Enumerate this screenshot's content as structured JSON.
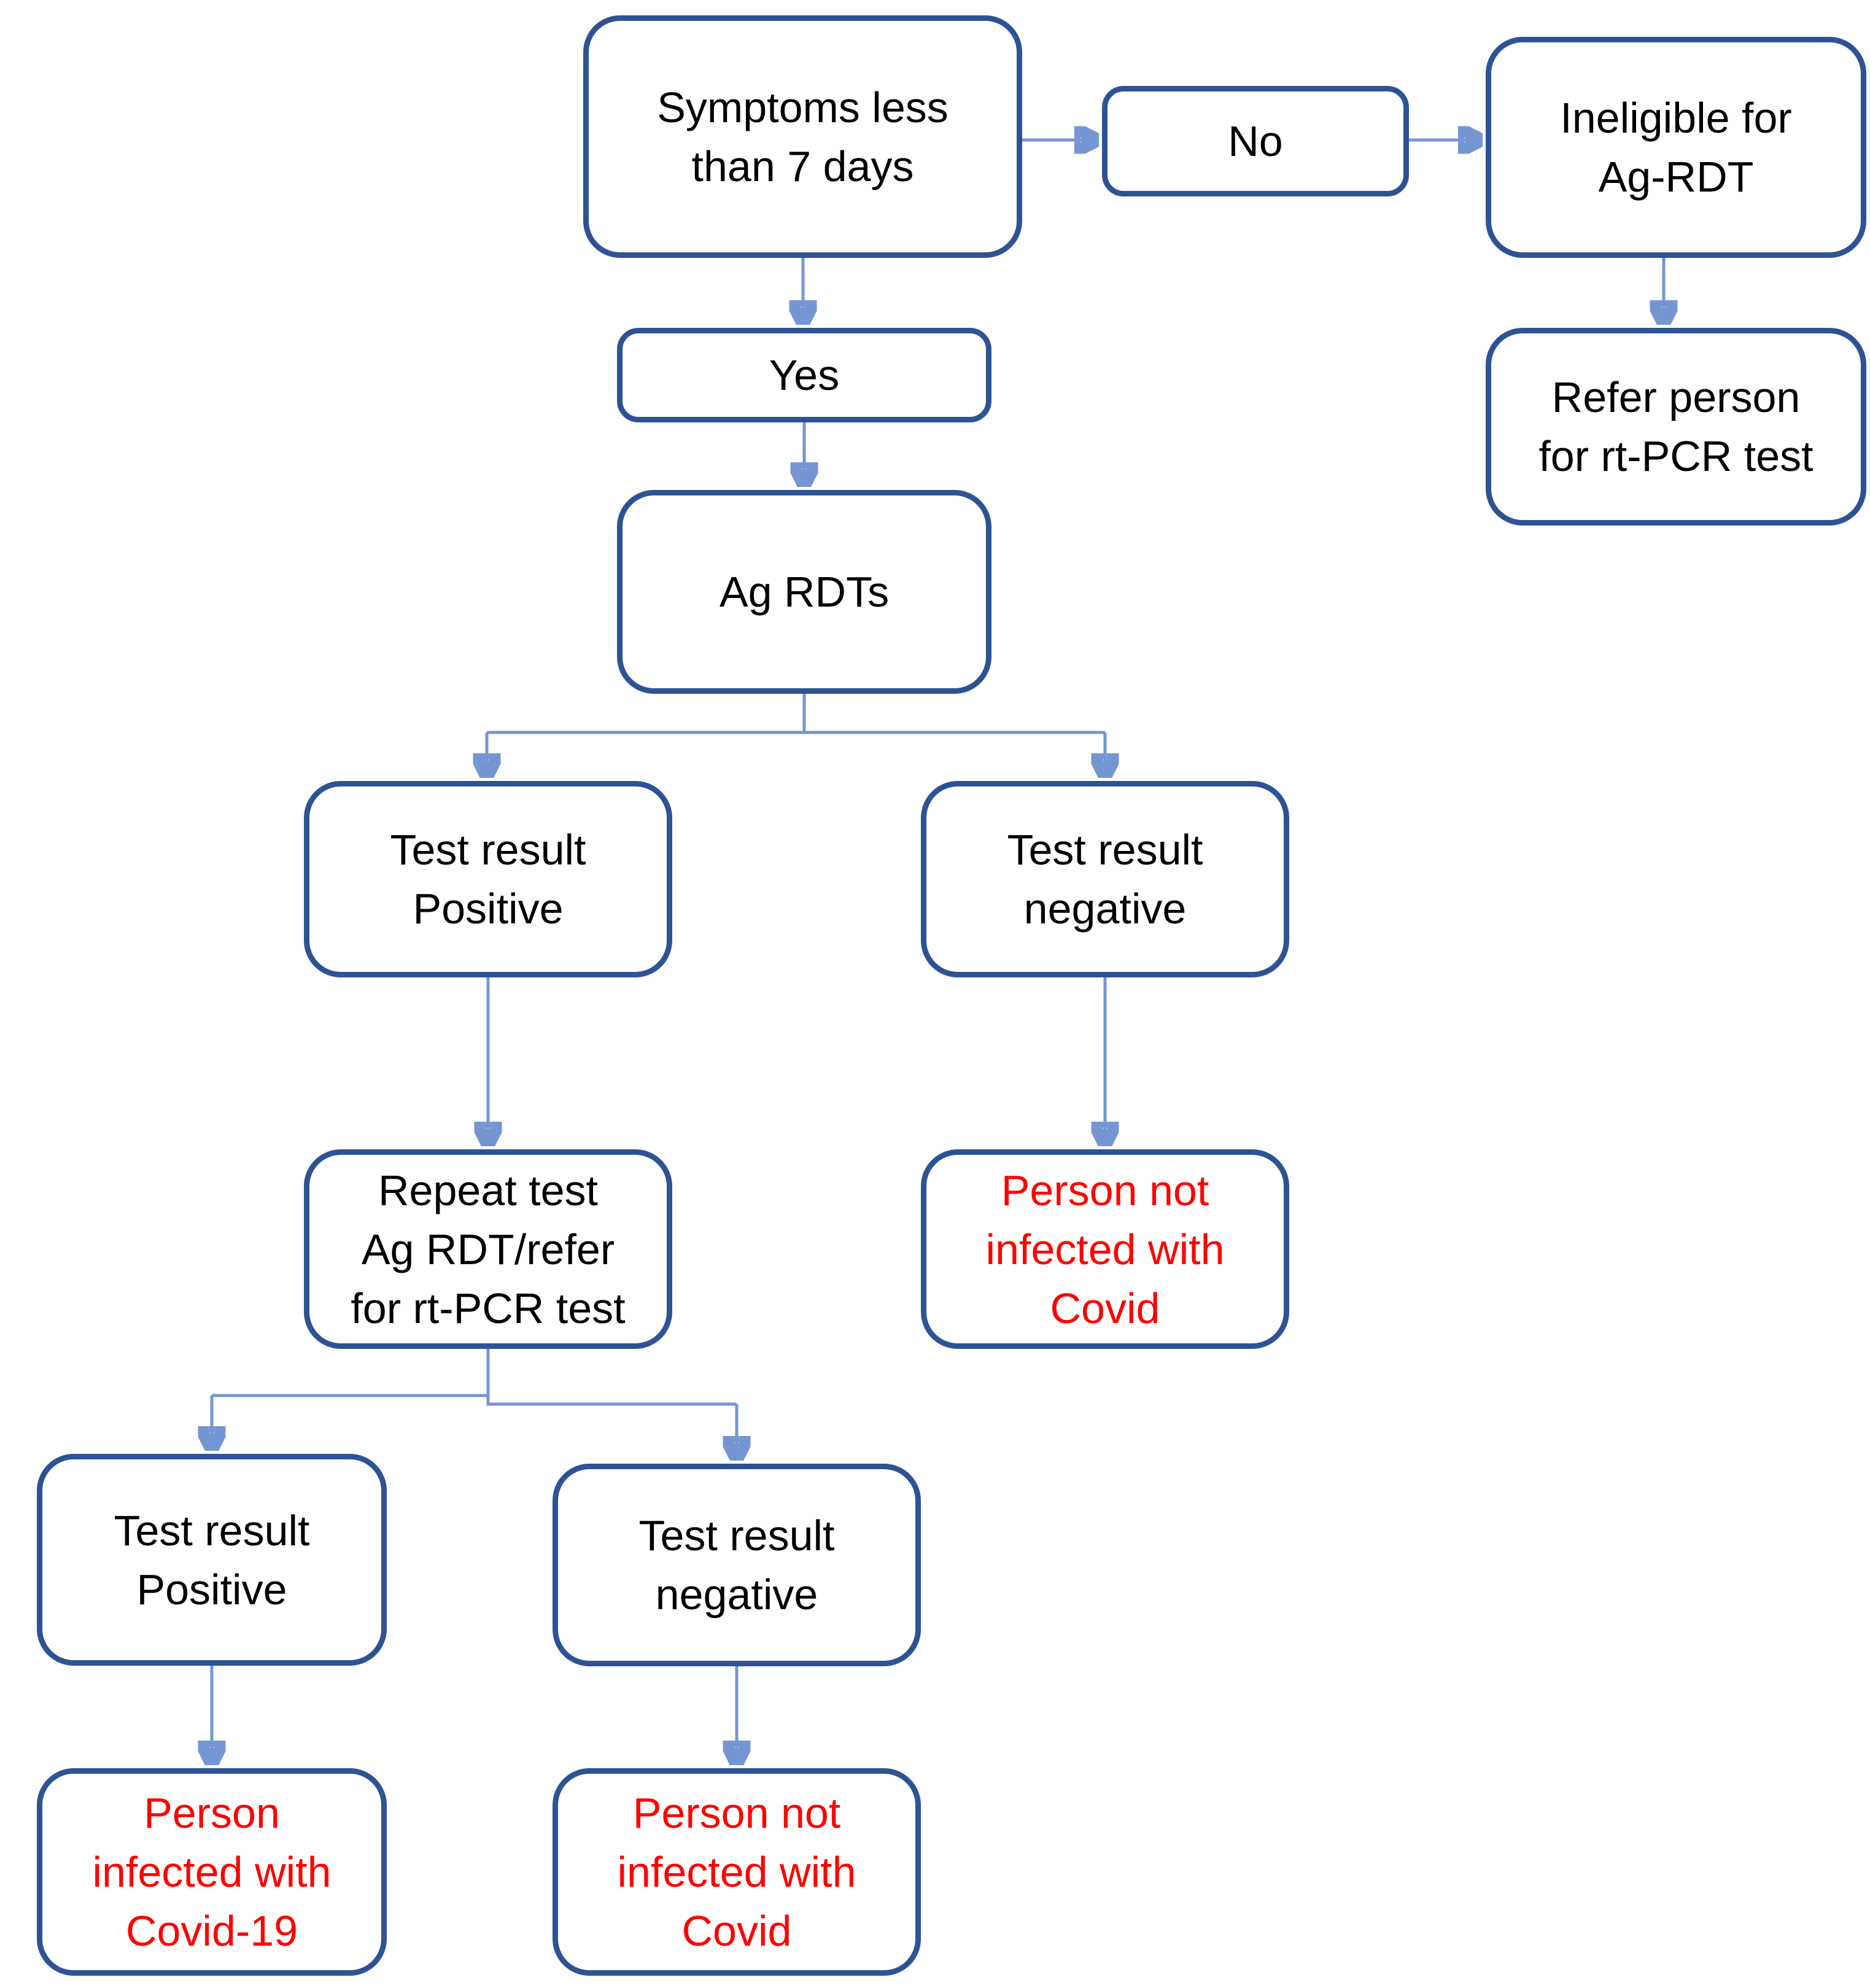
{
  "diagram": {
    "type": "flowchart",
    "title": "Ag-RDT Covid-19 testing decision flowchart",
    "colors": {
      "box_border": "#2E5394",
      "connector_line": "#7496D3",
      "arrowhead": "#4273C4",
      "text_default": "#000000",
      "text_outcome": "#FF0000",
      "background": "#ffffff"
    },
    "nodes": {
      "symptoms": {
        "label": "Symptoms less\nthan 7 days",
        "text_color": "black"
      },
      "no": {
        "label": "No",
        "text_color": "black"
      },
      "ineligible": {
        "label": "Ineligible for\nAg-RDT",
        "text_color": "black"
      },
      "refer": {
        "label": "Refer person\nfor rt-PCR test",
        "text_color": "black"
      },
      "yes": {
        "label": "Yes",
        "text_color": "black"
      },
      "agrdts": {
        "label": "Ag RDTs",
        "text_color": "black"
      },
      "testpos1": {
        "label": "Test result\nPositive",
        "text_color": "black"
      },
      "testneg1": {
        "label": "Test result\nnegative",
        "text_color": "black"
      },
      "repeat": {
        "label": "Repeat test\nAg RDT/refer\nfor rt-PCR test",
        "text_color": "black"
      },
      "notinfected1": {
        "label": "Person not\ninfected with\nCovid",
        "text_color": "red"
      },
      "testpos2": {
        "label": "Test result\nPositive",
        "text_color": "black"
      },
      "testneg2": {
        "label": "Test result\nnegative",
        "text_color": "black"
      },
      "infected": {
        "label": "Person\ninfected with\nCovid-19",
        "text_color": "red"
      },
      "notinfected2": {
        "label": "Person not\ninfected with\nCovid",
        "text_color": "red"
      }
    },
    "edges": [
      {
        "from": "symptoms",
        "to": "no"
      },
      {
        "from": "no",
        "to": "ineligible"
      },
      {
        "from": "ineligible",
        "to": "refer"
      },
      {
        "from": "symptoms",
        "to": "yes"
      },
      {
        "from": "yes",
        "to": "agrdts"
      },
      {
        "from": "agrdts",
        "to": "testpos1"
      },
      {
        "from": "agrdts",
        "to": "testneg1"
      },
      {
        "from": "testpos1",
        "to": "repeat"
      },
      {
        "from": "testneg1",
        "to": "notinfected1"
      },
      {
        "from": "repeat",
        "to": "testpos2"
      },
      {
        "from": "repeat",
        "to": "testneg2"
      },
      {
        "from": "testpos2",
        "to": "infected"
      },
      {
        "from": "testneg2",
        "to": "notinfected2"
      }
    ]
  }
}
